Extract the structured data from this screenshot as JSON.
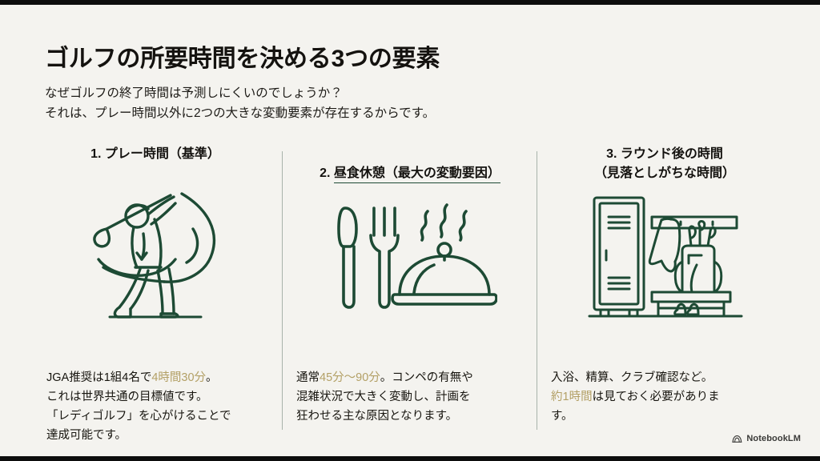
{
  "slide": {
    "title": "ゴルフの所要時間を決める3つの要素",
    "subtitle": "なぜゴルフの終了時間は予測しにくいのでしょうか？\nそれは、プレー時間以外に2つの大きな変動要素が存在するからです。",
    "background_color": "#f4f3ef",
    "accent_color": "#1d4a34",
    "highlight_color": "#b3a066",
    "text_color": "#14120f",
    "divider_color": "#9aa79e"
  },
  "columns": [
    {
      "heading": "1. プレー時間（基準）",
      "heading_underlined": false,
      "icon": "golfer-swing-icon",
      "body_before": "JGA推奨は1組4名で",
      "body_highlight": "4時間30分",
      "body_after": "。\nこれは世界共通の目標値です。\n「レディゴルフ」を心がけることで\n達成可能です。"
    },
    {
      "heading": "2. 昼食休憩（最大の変動要因）",
      "heading_prefix": "2. ",
      "heading_underlined_part": "昼食休憩（最大の変動要因）",
      "heading_underlined": true,
      "icon": "dining-cloche-icon",
      "body_before": "通常",
      "body_highlight": "45分〜90分",
      "body_after": "。コンペの有無や\n混雑状況で大きく変動し、計画を\n狂わせる主な原因となります。"
    },
    {
      "heading": "3. ラウンド後の時間\n（見落としがちな時間）",
      "heading_underlined": false,
      "icon": "locker-room-icon",
      "body_before": "入浴、精算、クラブ確認など。\n",
      "body_highlight": "約1時間",
      "body_after": "は見ておく必要がありま\nす。"
    }
  ],
  "watermark": {
    "label": "NotebookLM",
    "icon": "notebooklm-icon"
  }
}
